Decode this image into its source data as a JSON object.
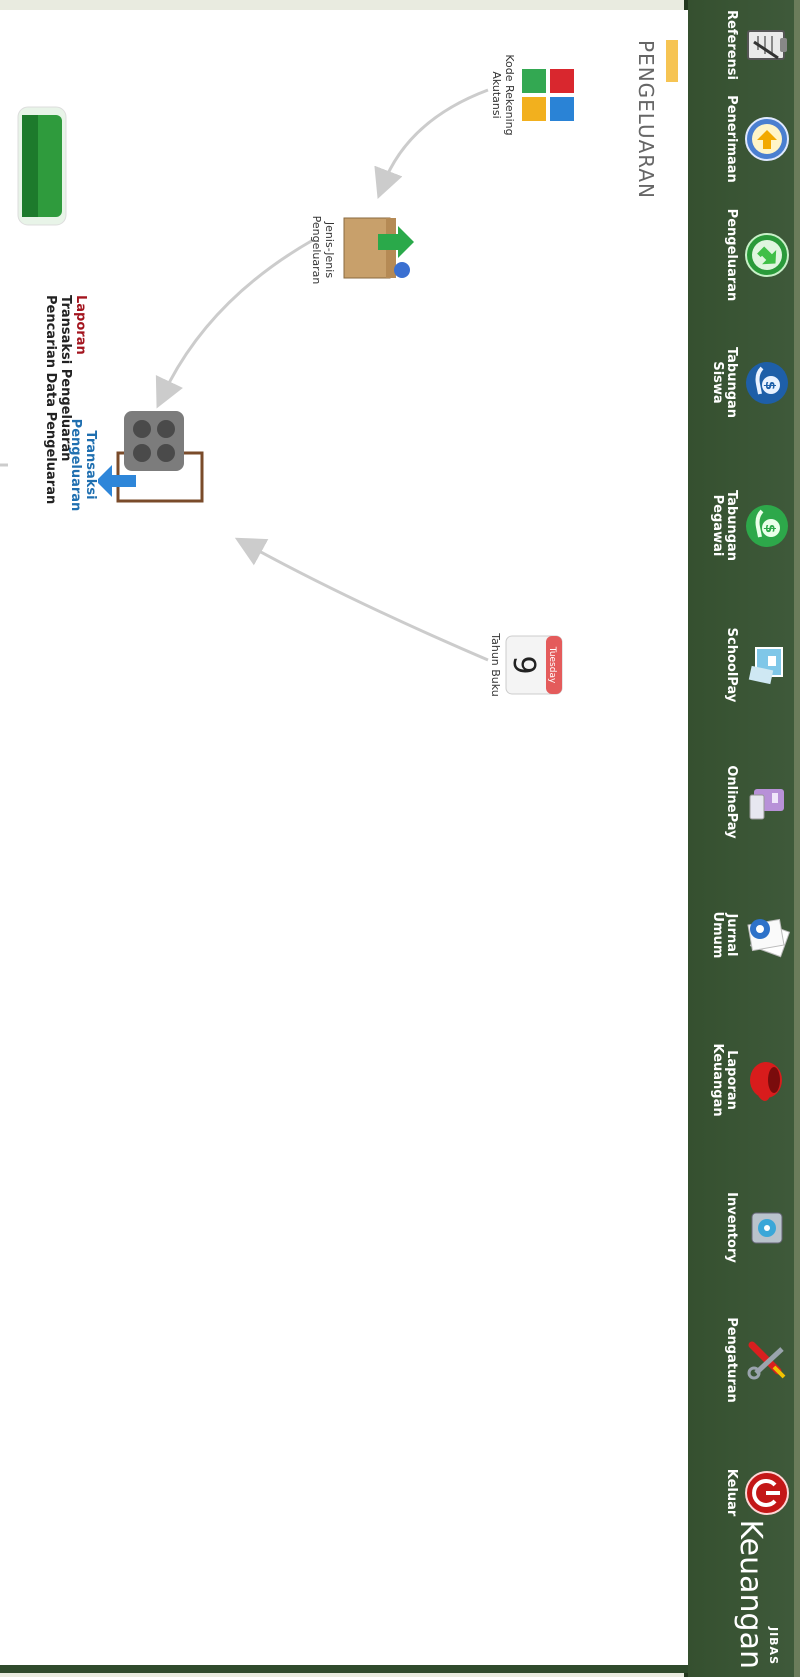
{
  "brand": {
    "top": "JIBAS",
    "name": "Keuangan"
  },
  "nav": [
    {
      "key": "referensi",
      "label": "Referensi",
      "icon": "clipboard-icon"
    },
    {
      "key": "penerimaan",
      "label": "Penerimaan",
      "icon": "arrow-left-circle-icon"
    },
    {
      "key": "pengeluaran",
      "label": "Pengeluaran",
      "icon": "arrow-up-circle-icon"
    },
    {
      "key": "tabungan-siswa",
      "label": "Tabungan\nSiswa",
      "icon": "dollar-hand-icon"
    },
    {
      "key": "tabungan-pegawai",
      "label": "Tabungan\nPegawai",
      "icon": "dollar-hand-green-icon"
    },
    {
      "key": "schoolpay",
      "label": "SchoolPay",
      "icon": "schoolpay-icon"
    },
    {
      "key": "onlinepay",
      "label": "OnlinePay",
      "icon": "card-icon"
    },
    {
      "key": "jurnal-umum",
      "label": "Jurnal\nUmum",
      "icon": "gear-papers-icon"
    },
    {
      "key": "laporan-keuangan",
      "label": "Laporan\nKeuangan",
      "icon": "red-cup-icon"
    },
    {
      "key": "inventory",
      "label": "Inventory",
      "icon": "disk-icon"
    },
    {
      "key": "pengaturan",
      "label": "Pengaturan",
      "icon": "tools-icon"
    },
    {
      "key": "keluar",
      "label": "Keluar",
      "icon": "power-icon"
    }
  ],
  "section": {
    "title": "PENGELUARAN"
  },
  "diagram": {
    "kode_rekening": "Kode Rekening\nAkutansi",
    "jenis_pengeluaran": "Jenis-Jenis\nPengeluaran",
    "transaksi": "Transaksi\nPengeluaran",
    "tahun_buku": "Tahun Buku",
    "calendar_day": "Tuesday",
    "calendar_date": "9"
  },
  "laporan": {
    "title": "Laporan",
    "links": [
      "Transaksi Pengeluaran",
      "Pencarian Data Pengeluaran"
    ]
  },
  "colors": {
    "toolbar": "#3f5a3b",
    "accent": "#f6c453",
    "link": "#1f6fb0",
    "laporan": "#a3141e"
  }
}
